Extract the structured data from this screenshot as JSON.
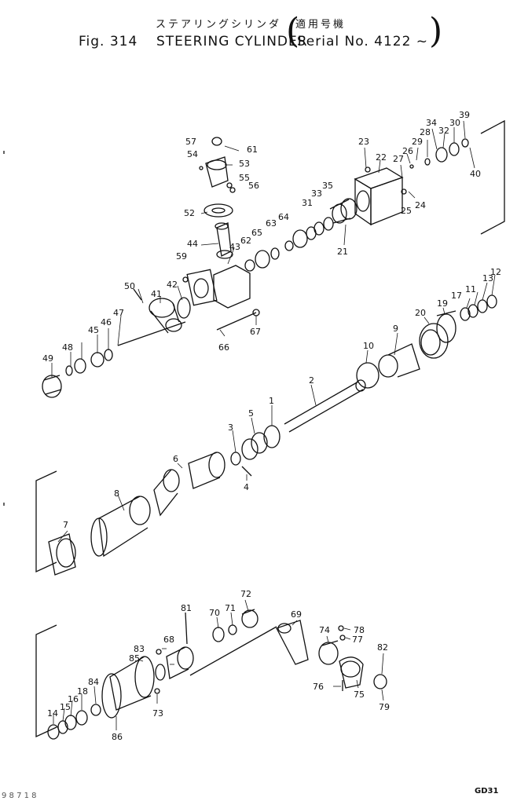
{
  "header": {
    "title_jp": "ステアリングシリンダ",
    "applicability_jp": "適用号機",
    "figure": "Fig. 314",
    "title_en": "STEERING CYLINDER",
    "serial": "Serial No. 4122 ~",
    "open_paren": "(",
    "close_paren": ")"
  },
  "footer": {
    "code": "GD31",
    "left_text": "9 8 7 1 8"
  },
  "diagram": {
    "type": "exploded-parts-view",
    "callouts": [
      "1",
      "2",
      "3",
      "4",
      "5",
      "6",
      "7",
      "8",
      "9",
      "10",
      "11",
      "12",
      "13",
      "14",
      "15",
      "16",
      "17",
      "18",
      "19",
      "20",
      "21",
      "22",
      "23",
      "24",
      "25",
      "26",
      "27",
      "28",
      "29",
      "30",
      "31",
      "32",
      "33",
      "34",
      "35",
      "39",
      "40",
      "41",
      "42",
      "43",
      "44",
      "45",
      "46",
      "47",
      "48",
      "49",
      "50",
      "52",
      "53",
      "54",
      "55",
      "56",
      "57",
      "59",
      "61",
      "62",
      "63",
      "64",
      "65",
      "66",
      "67",
      "68",
      "69",
      "70",
      "71",
      "72",
      "73",
      "74",
      "75",
      "76",
      "77",
      "78",
      "79",
      "81",
      "82",
      "83",
      "84",
      "85",
      "86"
    ]
  }
}
